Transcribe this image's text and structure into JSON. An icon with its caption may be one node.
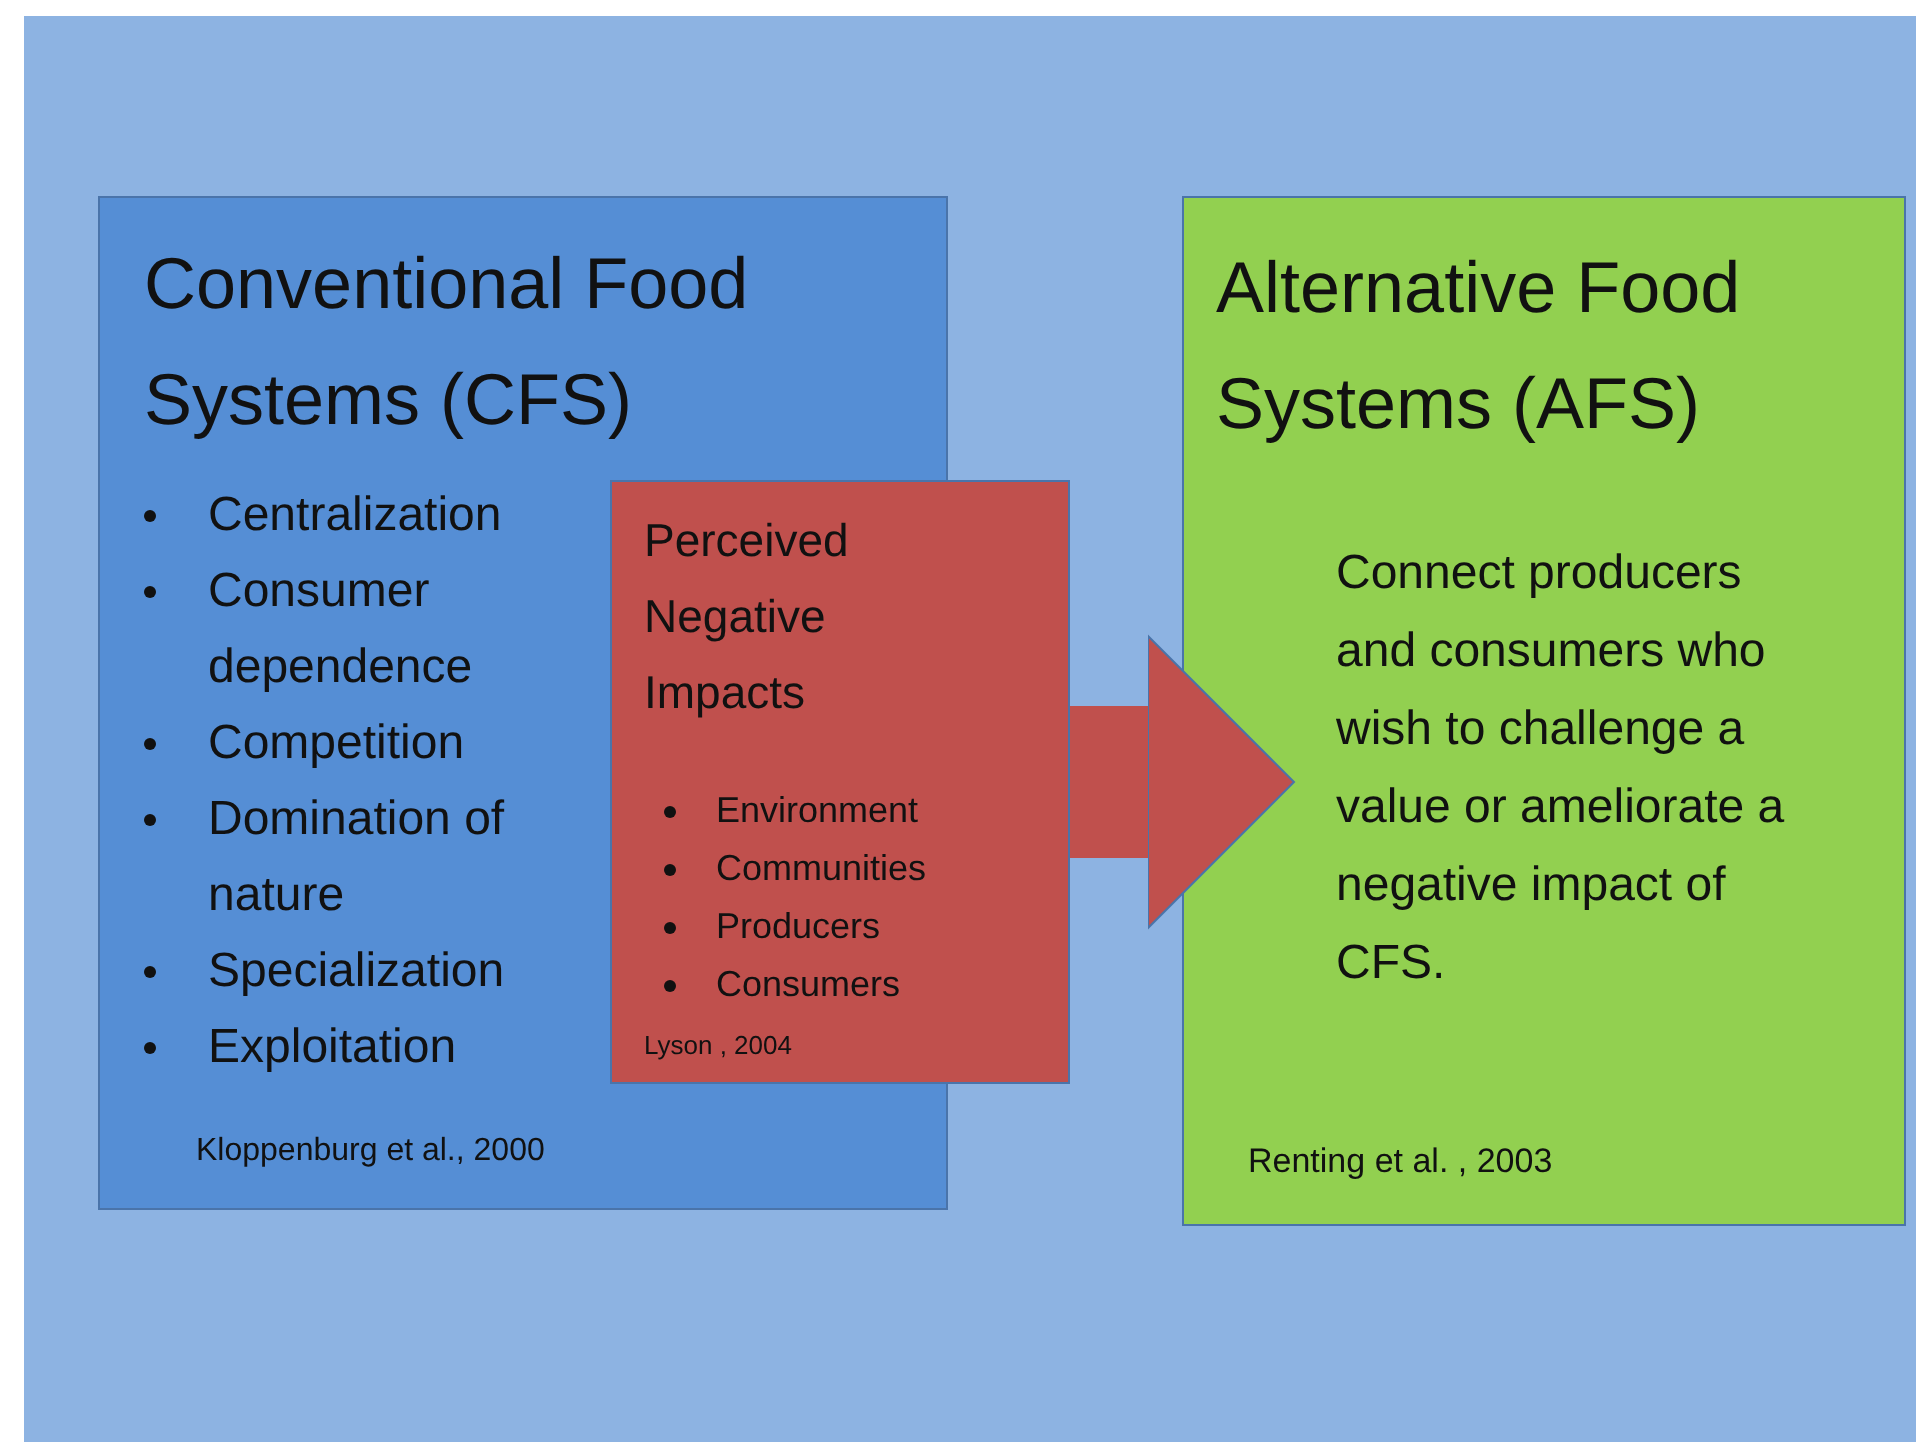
{
  "diagram": {
    "nodes": [
      {
        "text": [
          "Conventional Food Systems (CFS)",
          "Centralization",
          "Consumer dependence",
          "Competition",
          "Domination of nature",
          "Specialization",
          "Exploitation",
          "Kloppenburg et al., 2000"
        ]
      },
      {
        "text": [
          "Perceived Negative Impacts",
          "Environment",
          "Communities",
          "Producers",
          "Consumers",
          "Lyson , 2004"
        ]
      },
      {
        "text": [
          "Alternative Food Systems (AFS)",
          "Connect producers and consumers who wish to challenge a value or ameliorate a negative impact of CFS.",
          "Renting et al. , 2003"
        ]
      }
    ],
    "edges": [
      {
        "from": 1,
        "to": 2,
        "arrow": "to"
      }
    ]
  }
}
